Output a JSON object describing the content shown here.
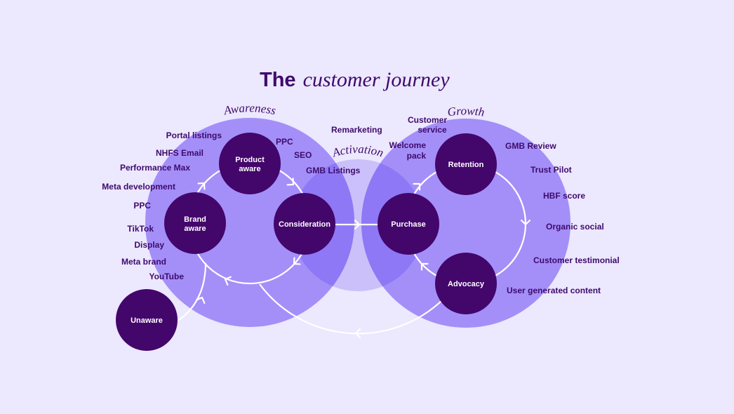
{
  "title": {
    "bold": "The",
    "italic": "customer journey"
  },
  "colors": {
    "background": "#ECE8FE",
    "stage_circle": "#A48FF8",
    "overlap": "#8E78F5",
    "activation_circle": "#CBC0FA",
    "node": "#43066B",
    "text": "#3E0A6C"
  },
  "stages": {
    "awareness": "Awareness",
    "activation": "Activation",
    "growth": "Growth"
  },
  "nodes": {
    "unaware": "Unaware",
    "brand_aware": [
      "Brand",
      "aware"
    ],
    "product_aware": [
      "Product",
      "aware"
    ],
    "consideration": "Consideration",
    "purchase": "Purchase",
    "retention": "Retention",
    "advocacy": "Advocacy"
  },
  "awareness_channels": {
    "brand": [
      "Portal listings",
      "NHFS Email",
      "Performance Max",
      "Meta development",
      "PPC",
      "TikTok",
      "Display",
      "Meta brand",
      "YouTube"
    ],
    "product": [
      "PPC",
      "SEO",
      "GMB Listings"
    ]
  },
  "activation_channels": [
    "Remarketing",
    [
      "Welcome",
      "pack"
    ],
    [
      "Customer",
      "service"
    ]
  ],
  "growth_channels": [
    "GMB Review",
    "Trust Pilot",
    "HBF score",
    "Organic social",
    "Customer testimonial",
    "User generated content"
  ]
}
